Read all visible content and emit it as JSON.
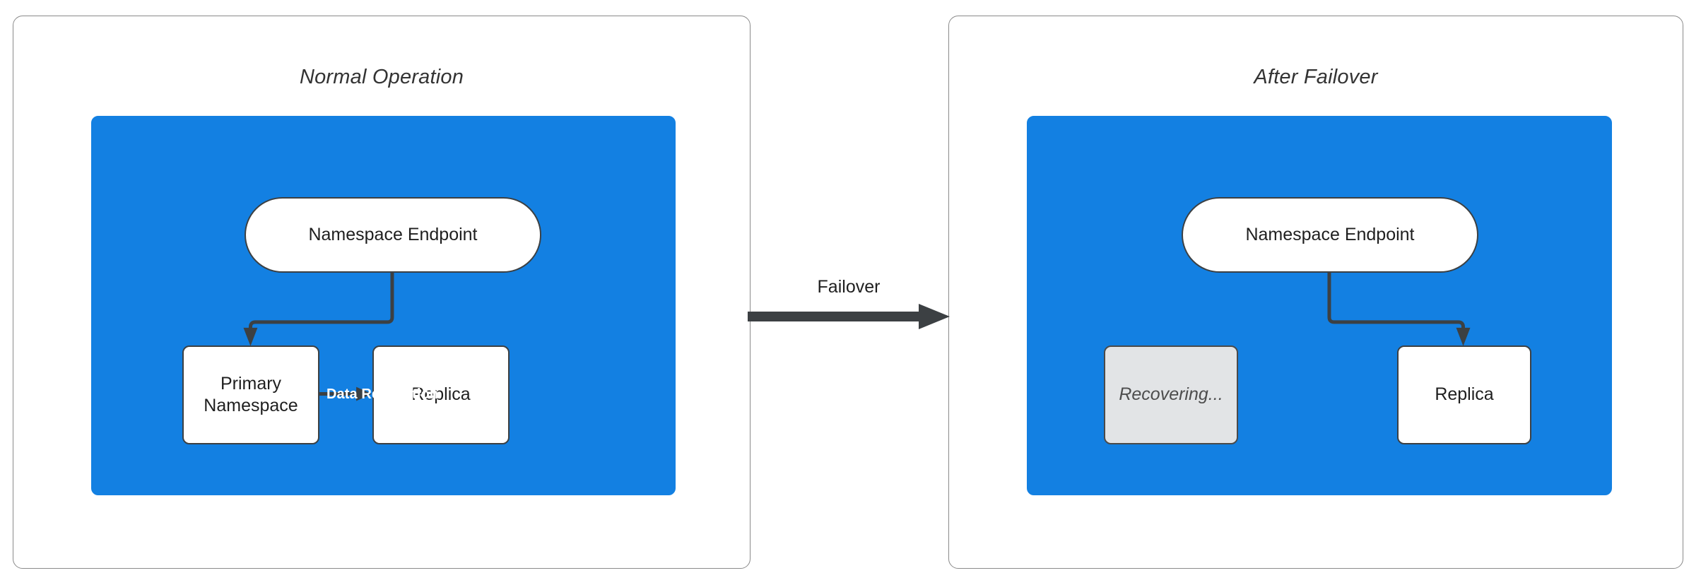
{
  "diagram": {
    "type": "flowchart",
    "background": "#ffffff",
    "accent_color": "#1380e2",
    "stroke_color": "#3c4043",
    "muted_fill": "#e2e4e6",
    "panels": [
      {
        "id": "normal",
        "title": "Normal Operation",
        "nodes": [
          {
            "id": "l-endpoint",
            "label": "Namespace Endpoint",
            "shape": "stadium",
            "fill": "#ffffff"
          },
          {
            "id": "l-primary",
            "label": "Primary\nNamespace",
            "shape": "rounded-rect",
            "fill": "#ffffff"
          },
          {
            "id": "l-replica",
            "label": "Replica",
            "shape": "rounded-rect",
            "fill": "#ffffff"
          }
        ],
        "edges": [
          {
            "from": "l-endpoint",
            "to": "l-primary",
            "label": ""
          },
          {
            "from": "l-primary",
            "to": "l-replica",
            "label": "Data Replication"
          }
        ]
      },
      {
        "id": "failover",
        "title": "After Failover",
        "nodes": [
          {
            "id": "r-endpoint",
            "label": "Namespace Endpoint",
            "shape": "stadium",
            "fill": "#ffffff"
          },
          {
            "id": "r-recover",
            "label": "Recovering...",
            "shape": "rounded-rect",
            "fill": "#e2e4e6",
            "style": "italic-muted"
          },
          {
            "id": "r-replica",
            "label": "Replica",
            "shape": "rounded-rect",
            "fill": "#ffffff"
          }
        ],
        "edges": [
          {
            "from": "r-endpoint",
            "to": "r-replica",
            "label": ""
          }
        ]
      }
    ],
    "transition": {
      "label": "Failover",
      "from_panel": "normal",
      "to_panel": "failover"
    }
  },
  "panel_left": {
    "title": "Normal Operation",
    "endpoint_label": "Namespace Endpoint",
    "primary_line1": "Primary",
    "primary_line2": "Namespace",
    "replica_label": "Replica",
    "replication_label": "Data Replication"
  },
  "panel_right": {
    "title": "After Failover",
    "endpoint_label": "Namespace Endpoint",
    "recovering_label": "Recovering...",
    "replica_label": "Replica"
  },
  "transition": {
    "label": "Failover"
  }
}
